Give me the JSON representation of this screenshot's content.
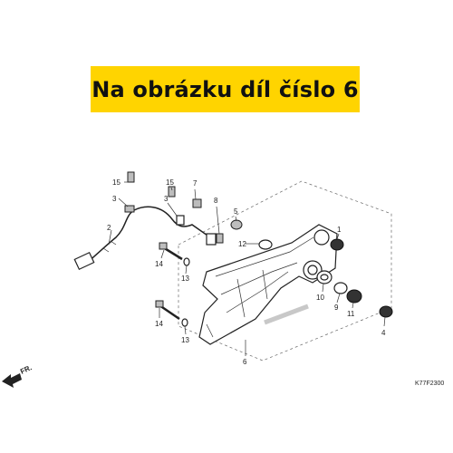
{
  "banner": {
    "text": "Na obrázku díl číslo 6",
    "color": "#ffd400"
  },
  "callouts": {
    "c1": "1",
    "c2": "2",
    "c3": "3",
    "c4": "4",
    "c5": "5",
    "c6": "6",
    "c7": "7",
    "c8": "8",
    "c9": "9",
    "c10": "10",
    "c11": "11",
    "c12": "12",
    "c13a": "13",
    "c13b": "13",
    "c14a": "14",
    "c14b": "14",
    "c15a": "15",
    "c15b": "15"
  },
  "direction": {
    "text": "FR."
  },
  "diagram_code": "K77F2300"
}
